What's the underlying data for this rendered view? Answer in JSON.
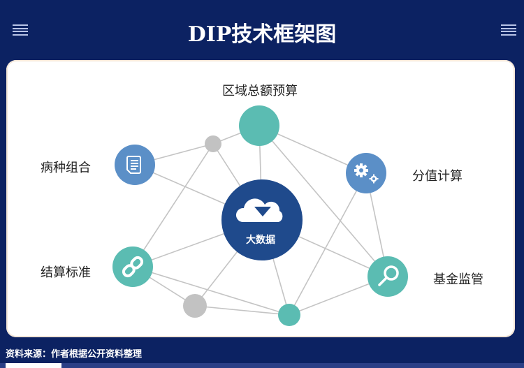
{
  "header": {
    "title": "DIP技术框架图",
    "left_icon": "menu-icon",
    "right_icon": "menu-icon"
  },
  "diagram": {
    "center": {
      "label": "大数据",
      "icon": "cloud-download-icon",
      "color": "#1f4a8c"
    },
    "nodes": [
      {
        "id": "regional-budget",
        "label": "区域总额预算",
        "color": "#5bbcb2",
        "icon": ""
      },
      {
        "id": "disease-grouping",
        "label": "病种组合",
        "color": "#5b8fc7",
        "icon": "document-icon"
      },
      {
        "id": "score-calculation",
        "label": "分值计算",
        "color": "#5b8fc7",
        "icon": "gears-icon"
      },
      {
        "id": "settlement-standard",
        "label": "结算标准",
        "color": "#5bbcb2",
        "icon": "link-icon"
      },
      {
        "id": "fund-supervision",
        "label": "基金监管",
        "color": "#5bbcb2",
        "icon": "magnifier-icon"
      }
    ],
    "colors": {
      "line": "#c4c4c4",
      "gray_node": "#c2c2c2",
      "teal": "#5bbcb2",
      "blue": "#5b8fc7",
      "navy": "#1f4a8c"
    }
  },
  "footer": {
    "source": "资料来源：作者根据公开资料整理"
  }
}
